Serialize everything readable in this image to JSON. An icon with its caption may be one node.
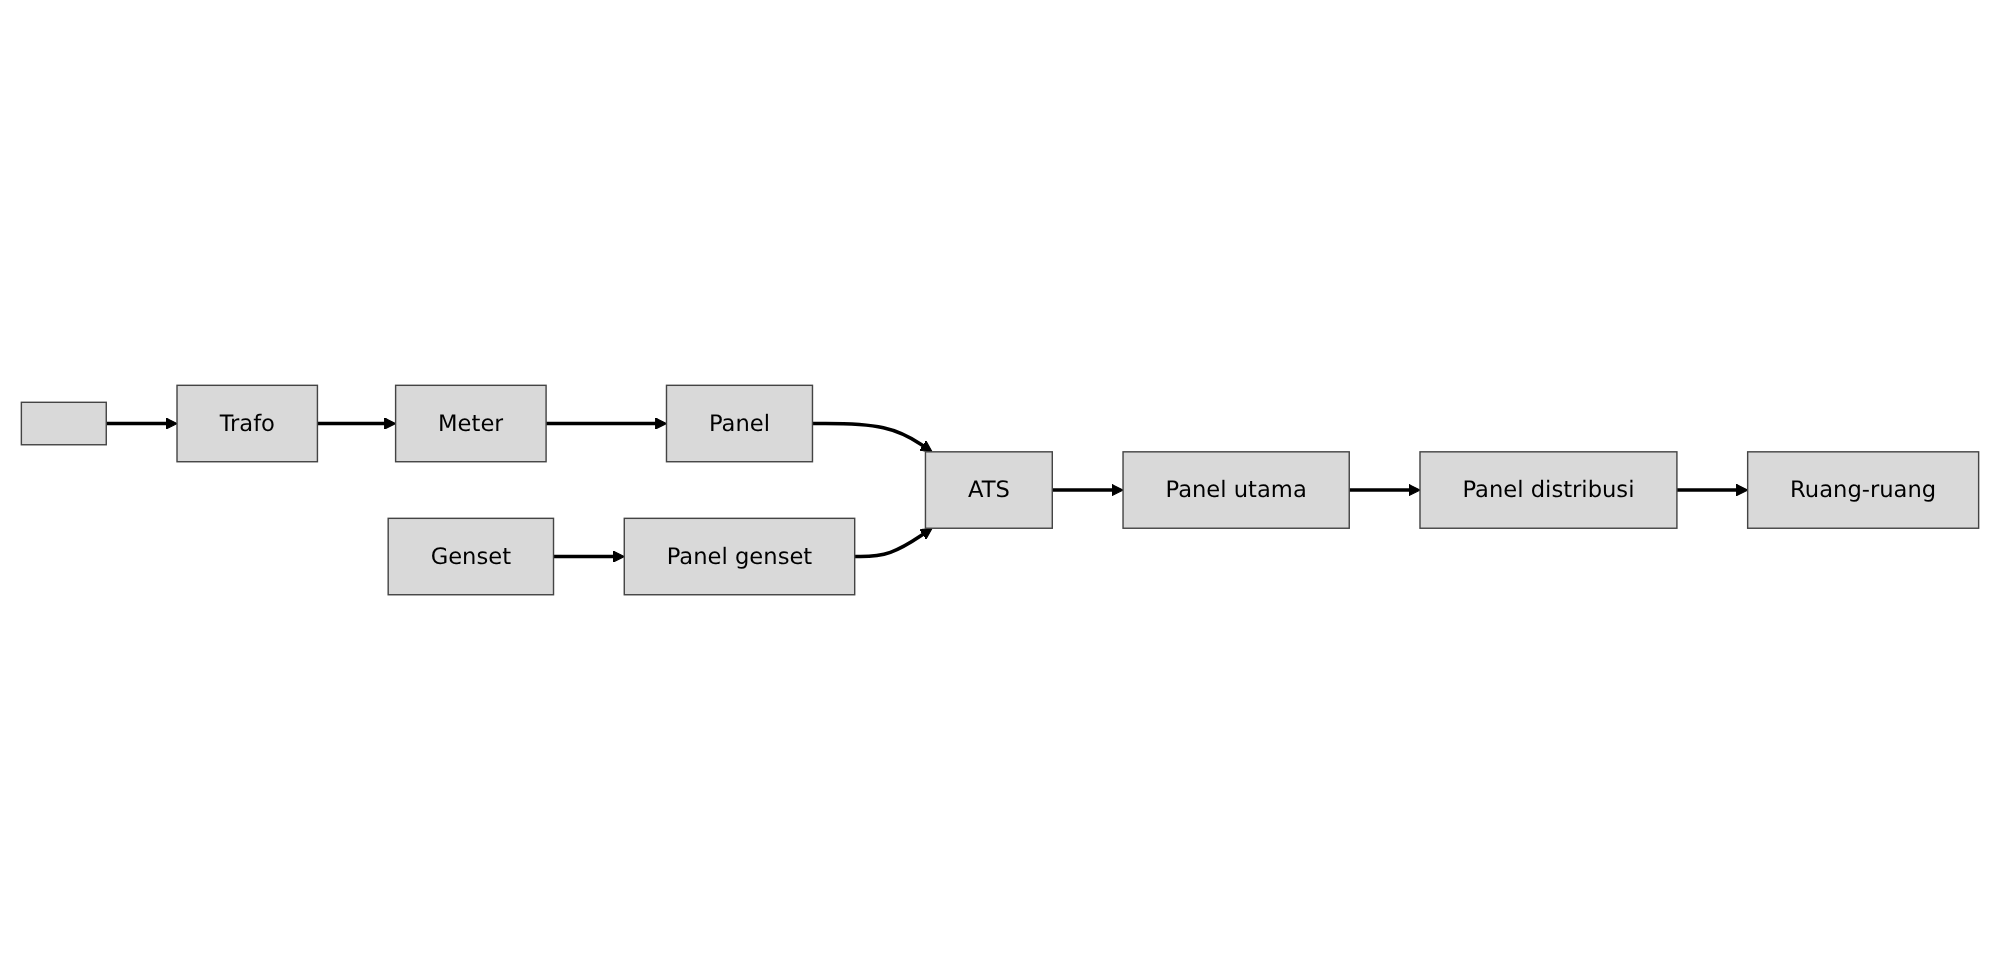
{
  "diagram": {
    "nodes": [
      {
        "text": [],
        "shape": "box"
      },
      {
        "text": [
          "Trafo"
        ]
      },
      {
        "text": [
          "Meter"
        ]
      },
      {
        "text": [
          "Panel"
        ]
      },
      {
        "text": [
          "Genset"
        ]
      },
      {
        "text": [
          "Panel genset"
        ]
      },
      {
        "text": [
          "ATS"
        ]
      },
      {
        "text": [
          "Panel utama"
        ]
      },
      {
        "text": [
          "Panel distribusi"
        ]
      },
      {
        "text": [
          "Ruang-ruang"
        ]
      }
    ],
    "edges": [
      {
        "from": 0,
        "to": 1,
        "arrow": "to"
      },
      {
        "from": 1,
        "to": 2,
        "arrow": "to"
      },
      {
        "from": 2,
        "to": 3,
        "arrow": "to"
      },
      {
        "from": 3,
        "to": 6,
        "arrow": "to"
      },
      {
        "from": 4,
        "to": 5,
        "arrow": "to"
      },
      {
        "from": 5,
        "to": 6,
        "arrow": "to"
      },
      {
        "from": 6,
        "to": 7,
        "arrow": "to"
      },
      {
        "from": 7,
        "to": 8,
        "arrow": "to"
      },
      {
        "from": 8,
        "to": 9,
        "arrow": "to"
      }
    ]
  }
}
